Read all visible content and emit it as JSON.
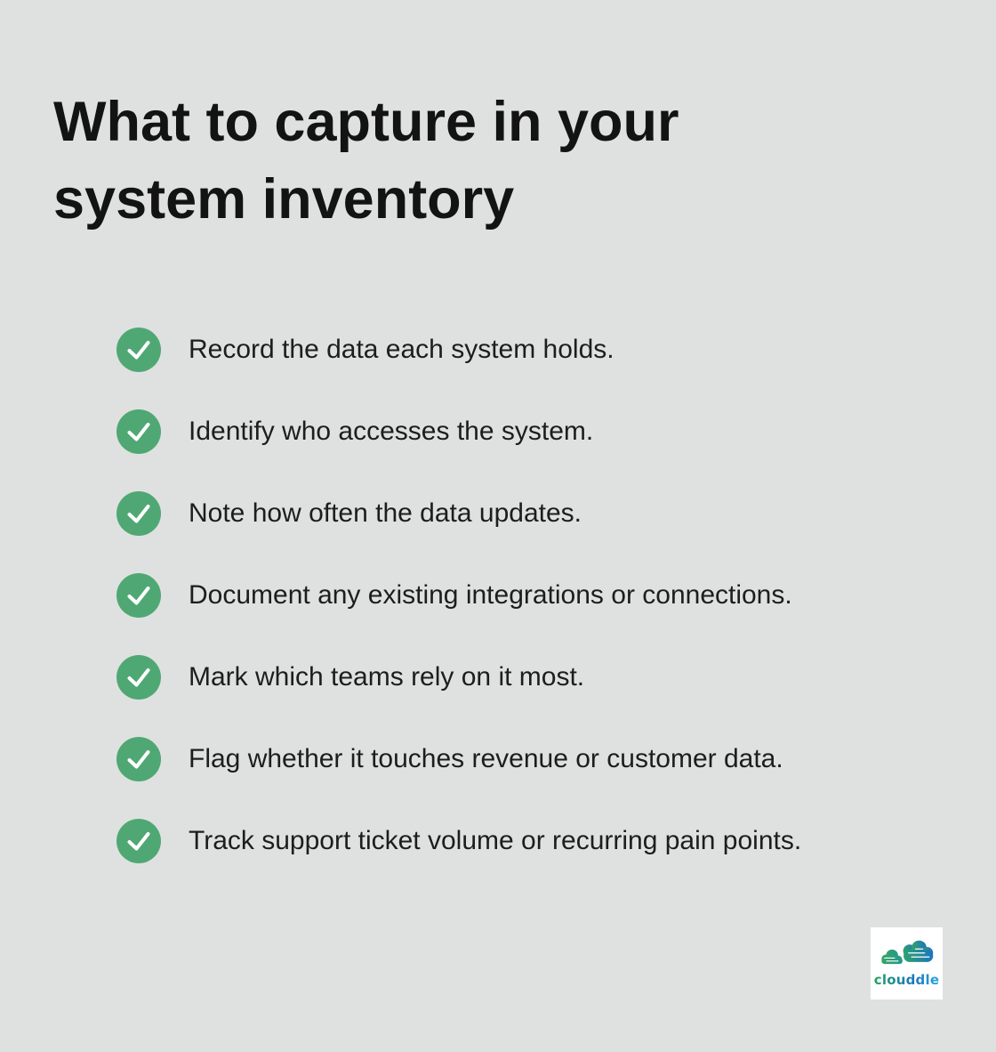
{
  "title": {
    "full": "What to capture in your system inventory",
    "lines": [
      "What to capture in your",
      "system inventory"
    ]
  },
  "checklist": {
    "items": [
      "Record the data each system holds.",
      "Identify who accesses the system.",
      "Note how often the data updates.",
      "Document any existing integrations or connections.",
      "Mark which teams rely on it most.",
      "Flag whether it touches revenue or customer data.",
      "Track support ticket volume or recurring pain points."
    ]
  },
  "logo": {
    "brand": "clouddle"
  },
  "colors": {
    "background": "#dfe1e0",
    "check_green": "#4fa873",
    "check_mark": "#ffffff",
    "title_text": "#131313",
    "item_text": "#1d1d1d",
    "logo_card": "#ffffff",
    "logo_green": "#2fa36b",
    "logo_blue": "#1d74c0",
    "logo_cyan": "#27a6dc"
  }
}
